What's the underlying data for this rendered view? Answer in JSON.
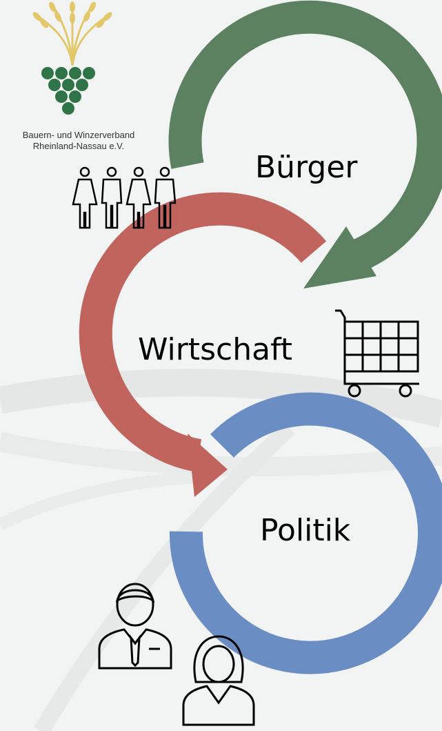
{
  "logo": {
    "line1": "Bauern- und Winzerverband",
    "line2": "Rheinland-Nassau e.V."
  },
  "cycle": {
    "buerger": "Bürger",
    "wirtschaft": "Wirtschaft",
    "politik": "Politik"
  },
  "colors": {
    "buerger": "#5b8161",
    "wirtschaft": "#c0645d",
    "politik": "#6a8ec3",
    "grape": "#2f7446",
    "wheat": "#e3c86b"
  },
  "icons": [
    "wheat-grape-logo-icon",
    "people-group-icon",
    "shopping-cart-icon",
    "businessman-icon",
    "businesswoman-icon"
  ]
}
